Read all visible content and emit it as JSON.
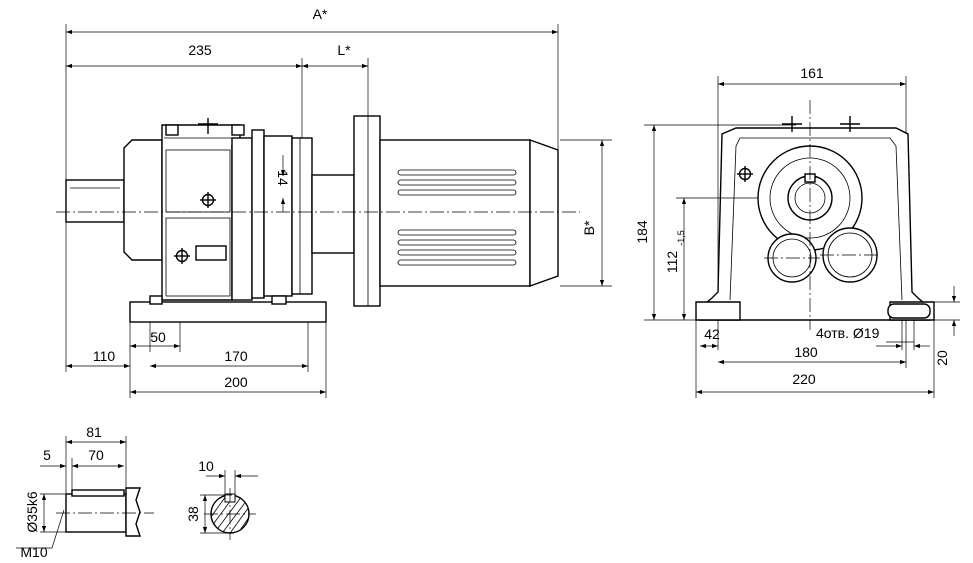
{
  "dims": {
    "a": "A*",
    "d235": "235",
    "l": "L*",
    "d14": "14",
    "b": "B*",
    "d110": "110",
    "d50": "50",
    "d170": "170",
    "d200": "200",
    "d161": "161",
    "d184": "184",
    "d112": "112",
    "d112_tol": "-1,5",
    "d42": "42",
    "holes": "4отв. Ø19",
    "d180": "180",
    "d220": "220",
    "d20": "20",
    "d81": "81",
    "d5": "5",
    "d70": "70",
    "shaft_dia": "Ø35k6",
    "thread": "M10",
    "d10": "10",
    "d38": "38"
  }
}
